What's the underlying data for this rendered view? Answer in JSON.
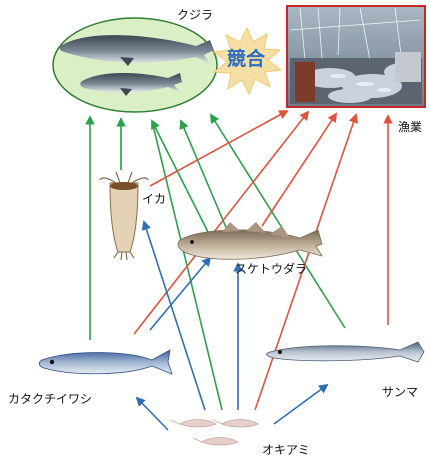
{
  "labels": {
    "whale": "クジラ",
    "competition": "競合",
    "fishery": "漁業",
    "squid": "イカ",
    "pollock": "スケトウダラ",
    "anchovy": "カタクチイワシ",
    "saury": "サンマ",
    "krill": "オキアミ"
  },
  "colors": {
    "green_arrow": "#2aa24a",
    "red_arrow": "#e0533c",
    "blue_arrow": "#2f6fb5",
    "whale_ellipse_fill": "#dbefc6",
    "whale_ellipse_stroke": "#2e7d32",
    "burst_fill": "#f6dfa5",
    "competition_text": "#2a6cc0",
    "photo_border": "#c62828"
  },
  "icons": {
    "whale": "whale-illustration",
    "fishery": "fishery-photo",
    "squid": "squid-illustration",
    "pollock": "pollock-illustration",
    "anchovy": "anchovy-illustration",
    "saury": "saury-illustration",
    "krill": "krill-illustration"
  }
}
